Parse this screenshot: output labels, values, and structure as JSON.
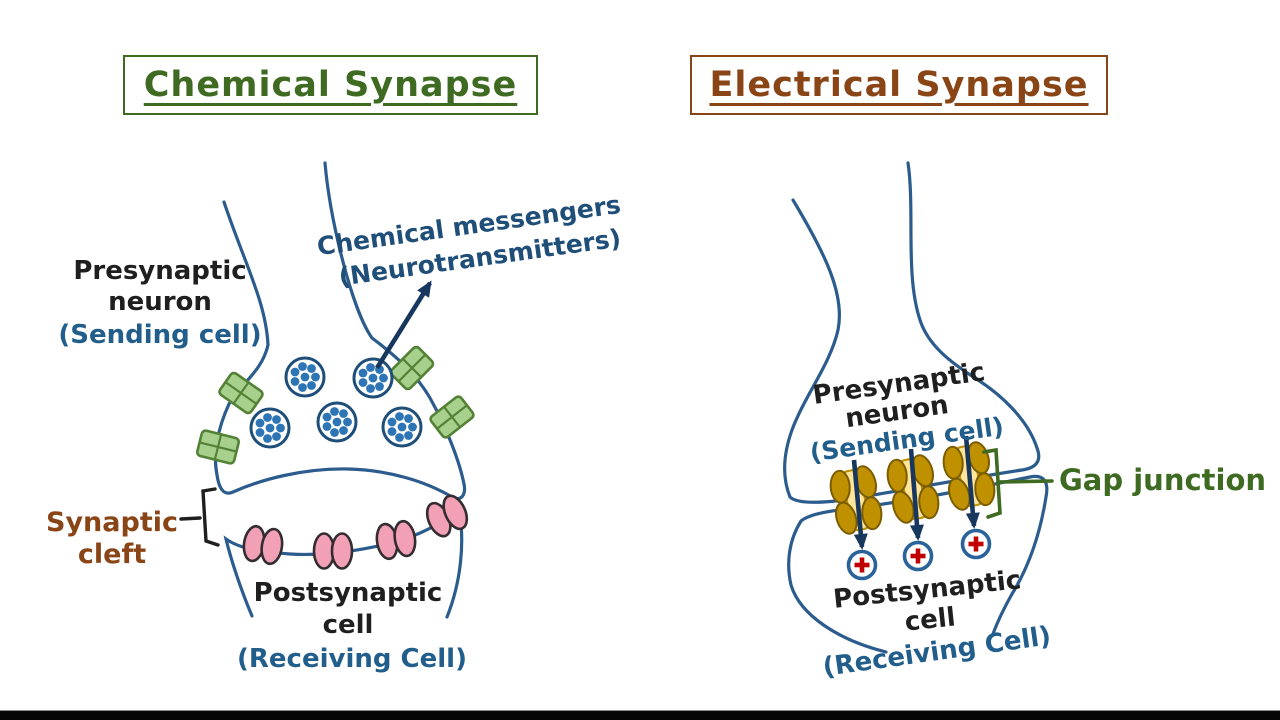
{
  "titles": {
    "chemical": {
      "label": "Chemical Synapse",
      "color": "#3e6b21"
    },
    "electrical": {
      "label": "Electrical Synapse",
      "color": "#8a4517"
    }
  },
  "chemical_panel": {
    "presynaptic": {
      "line1": "Presynaptic",
      "line2": "neuron",
      "sub": "(Sending cell)"
    },
    "messengers": {
      "line1": "Chemical messengers",
      "line2": "(Neurotransmitters)"
    },
    "cleft": {
      "line1": "Synaptic",
      "line2": "cleft"
    },
    "postsynaptic": {
      "line1": "Postsynaptic",
      "line2": "cell",
      "sub": "(Receiving Cell)"
    },
    "vesicle_count": 5,
    "membrane_channel_count": 4,
    "receptor_pair_count": 4
  },
  "electrical_panel": {
    "presynaptic": {
      "line1": "Presynaptic",
      "line2": "neuron",
      "sub": "(Sending cell)"
    },
    "gap_junction_label": "Gap junction",
    "postsynaptic": {
      "line1": "Postsynaptic",
      "line2": "cell",
      "sub": "(Receiving Cell)"
    },
    "gap_junction_count": 3,
    "ion_count": 3,
    "ion_symbol": "+"
  },
  "colors": {
    "membrane": "#2b5c8d",
    "arrow_navy": "#17375e",
    "vesicle_ring": "#1f4e79",
    "vesicle_dot": "#2e75b6",
    "channel_green_fill": "#a8d08d",
    "channel_green_stroke": "#538135",
    "receptor_pink_fill": "#f1a0b5",
    "receptor_stroke": "#332d31",
    "gap_gold_fill": "#bf9000",
    "gap_gold_stroke": "#7b5d00",
    "gap_center_fill": "#ffe599",
    "ion_ring": "#2a639a",
    "ion_plus": "#c00000",
    "bottom_bar": "#060606"
  }
}
